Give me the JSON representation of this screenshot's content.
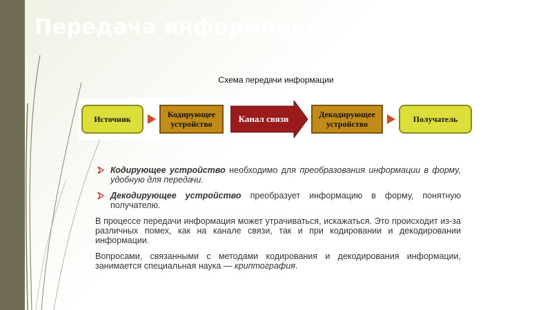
{
  "slide": {
    "title": "Передача информации",
    "colors": {
      "sidebar": "#6f6b54",
      "accent_arrow": "#d24a1e",
      "yellow_box": "#dcdf3a",
      "brown_box": "#c28a17",
      "channel": "#9a1b1b"
    }
  },
  "diagram": {
    "caption": "Схема передачи информации",
    "source": "Источник",
    "encoder_line1": "Кодирующее",
    "encoder_line2": "устройство",
    "channel": "Канал связи",
    "decoder_line1": "Декодирующее",
    "decoder_line2": "устройство",
    "receiver": "Получатель"
  },
  "content": {
    "bullet1": {
      "term": "Кодирующее устройство",
      "rest_a": " необходимо для ",
      "rest_b": "преобразования информации в форму, удобную для передачи."
    },
    "bullet2": {
      "term": "Декодирующее устройство",
      "rest": " преобразует информацию в форму, понятную получателю."
    },
    "para1": "В процессе передачи информация может утрачиваться, искажаться. Это происходит из-за различных помех, как на канале связи, так и при кодировании и декодировании информации.",
    "para2_a": "Вопросами, связанными с методами кодирования и декодирования информации, занимается специальная наука — ",
    "para2_term": "криптография",
    "para2_end": "."
  }
}
